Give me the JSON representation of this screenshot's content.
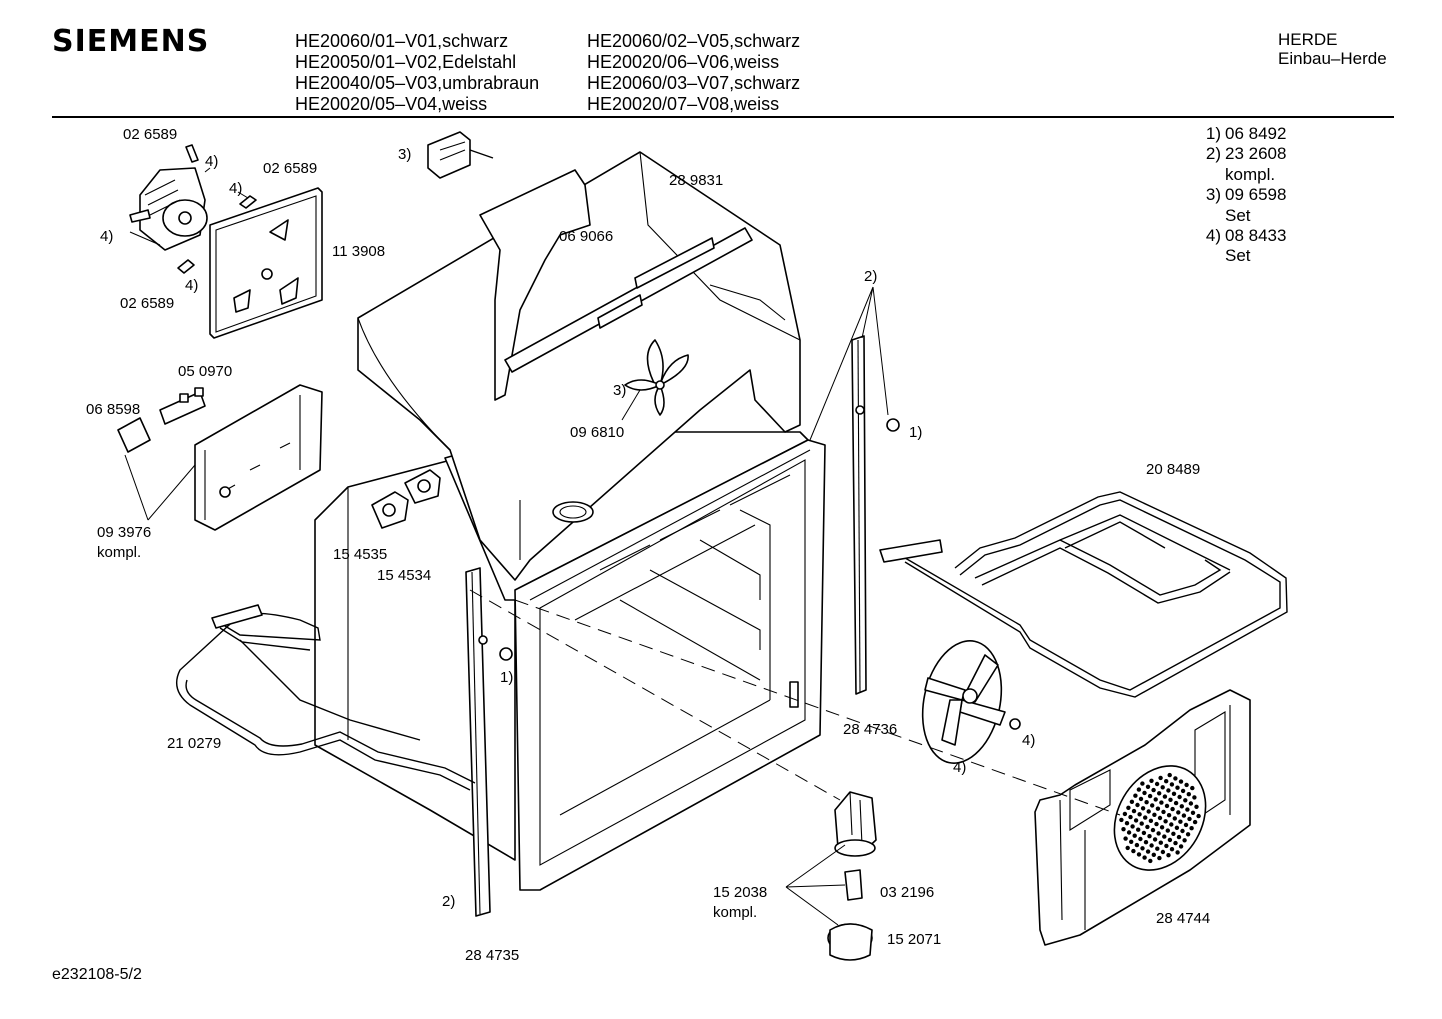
{
  "header": {
    "brand": "SIEMENS",
    "models_col1": [
      "HE20060/01–V01,schwarz",
      "HE20050/01–V02,Edelstahl",
      "HE20040/05–V03,umbrabraun",
      "HE20020/05–V04,weiss"
    ],
    "models_col2": [
      "HE20060/02–V05,schwarz",
      "HE20020/06–V06,weiss",
      "HE20060/03–V07,schwarz",
      "HE20020/07–V08,weiss"
    ],
    "category": [
      "HERDE",
      "Einbau–Herde"
    ]
  },
  "footnotes": [
    {
      "num": "1)",
      "lines": [
        "06 8492"
      ]
    },
    {
      "num": "2)",
      "lines": [
        "23 2608",
        "kompl."
      ]
    },
    {
      "num": "3)",
      "lines": [
        "09 6598",
        "Set"
      ]
    },
    {
      "num": "4)",
      "lines": [
        "08 8433",
        "Set"
      ]
    }
  ],
  "part_labels": {
    "p026589_a": "02 6589",
    "p026589_b": "02 6589",
    "p026589_c": "02 6589",
    "note4_a": "4)",
    "note4_b": "4)",
    "note4_c": "4)",
    "note4_d": "4)",
    "p113908": "11 3908",
    "note3_a": "3)",
    "p289831": "28 9831",
    "p069066": "06 9066",
    "note2_a": "2)",
    "p050970": "05 0970",
    "p068598": "06 8598",
    "note3_b": "3)",
    "p096810": "09 6810",
    "note1_a": "1)",
    "p093976": "09 3976",
    "kompl_a": "kompl.",
    "p208489": "20 8489",
    "p154535": "15 4535",
    "p154534": "15 4534",
    "note1_b": "1)",
    "p210279": "21 0279",
    "p284736": "28 4736",
    "note4_e": "4)",
    "note4_f": "4)",
    "p152038": "15 2038",
    "kompl_b": "kompl.",
    "p032196": "03 2196",
    "note2_b": "2)",
    "p284744": "28 4744",
    "p152071": "15 2071",
    "p284735": "28 4735"
  },
  "doc_id": "e232108-5/2"
}
